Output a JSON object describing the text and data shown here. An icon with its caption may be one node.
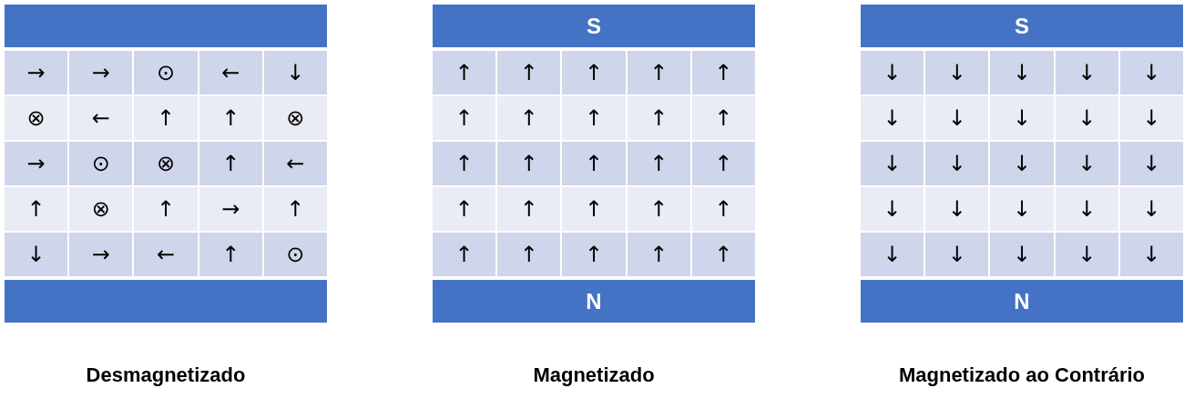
{
  "diagram": {
    "nodes": [
      {
        "text": [],
        "shape": "bar"
      },
      {
        "text": [],
        "shape": "bar"
      },
      {
        "text": [
          "S"
        ]
      },
      {
        "text": [
          "N"
        ]
      },
      {
        "text": [
          "S"
        ]
      },
      {
        "text": [
          "N"
        ]
      }
    ],
    "labels": [
      "→",
      "→",
      "⊙",
      "←",
      "↓",
      "⊗",
      "←",
      "↑",
      "↑",
      "⊗",
      "→",
      "⊙",
      "⊗",
      "↑",
      "←",
      "↑",
      "⊗",
      "↑",
      "→",
      "↑",
      "↓",
      "→",
      "←",
      "↑",
      "⊙",
      "Desmagnetizado",
      "↑",
      "↑",
      "↑",
      "↑",
      "↑",
      "↑",
      "↑",
      "↑",
      "↑",
      "↑",
      "↑",
      "↑",
      "↑",
      "↑",
      "↑",
      "↑",
      "↑",
      "↑",
      "↑",
      "↑",
      "↑",
      "↑",
      "↑",
      "↑",
      "↑",
      "Magnetizado",
      "↓",
      "↓",
      "↓",
      "↓",
      "↓",
      "↓",
      "↓",
      "↓",
      "↓",
      "↓",
      "↓",
      "↓",
      "↓",
      "↓",
      "↓",
      "↓",
      "↓",
      "↓",
      "↓",
      "↓",
      "↓",
      "↓",
      "↓",
      "↓",
      "↓",
      "Magnetizado ao Contrário"
    ]
  }
}
